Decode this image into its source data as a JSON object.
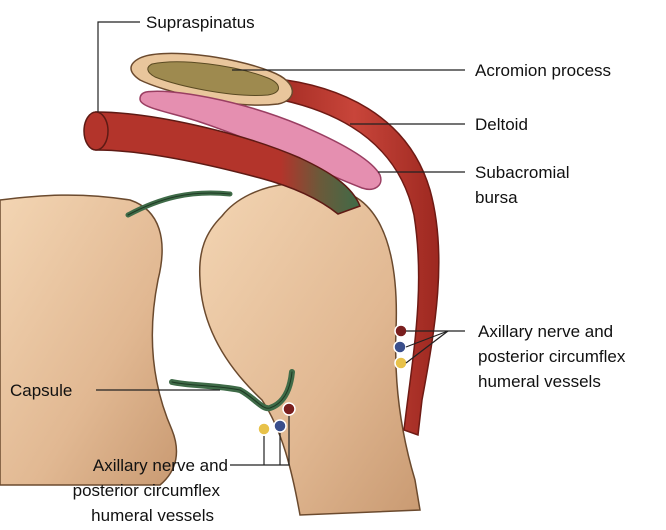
{
  "labels": {
    "supraspinatus": "Supraspinatus",
    "acromion": "Acromion process",
    "deltoid": "Deltoid",
    "bursa_line1": "Subacromial",
    "bursa_line2": "bursa",
    "capsule": "Capsule",
    "axillary_right_line1": "Axillary nerve and",
    "axillary_right_line2": "posterior circumflex",
    "axillary_right_line3": "humeral vessels",
    "axillary_left_line1": "Axillary nerve and",
    "axillary_left_line2": "posterior circumflex",
    "axillary_left_line3": "humeral vessels"
  },
  "colors": {
    "bone": "#e6c09c",
    "bone_edge": "#6b4a2e",
    "muscle": "#b8332a",
    "tendon": "#3f6b48",
    "bursa": "#e58fb0",
    "acromion_core": "#9e8a4f",
    "nerve_yellow": "#e8c24a",
    "vessel_blue": "#3a4f8c",
    "vessel_red": "#7a1f1f"
  }
}
